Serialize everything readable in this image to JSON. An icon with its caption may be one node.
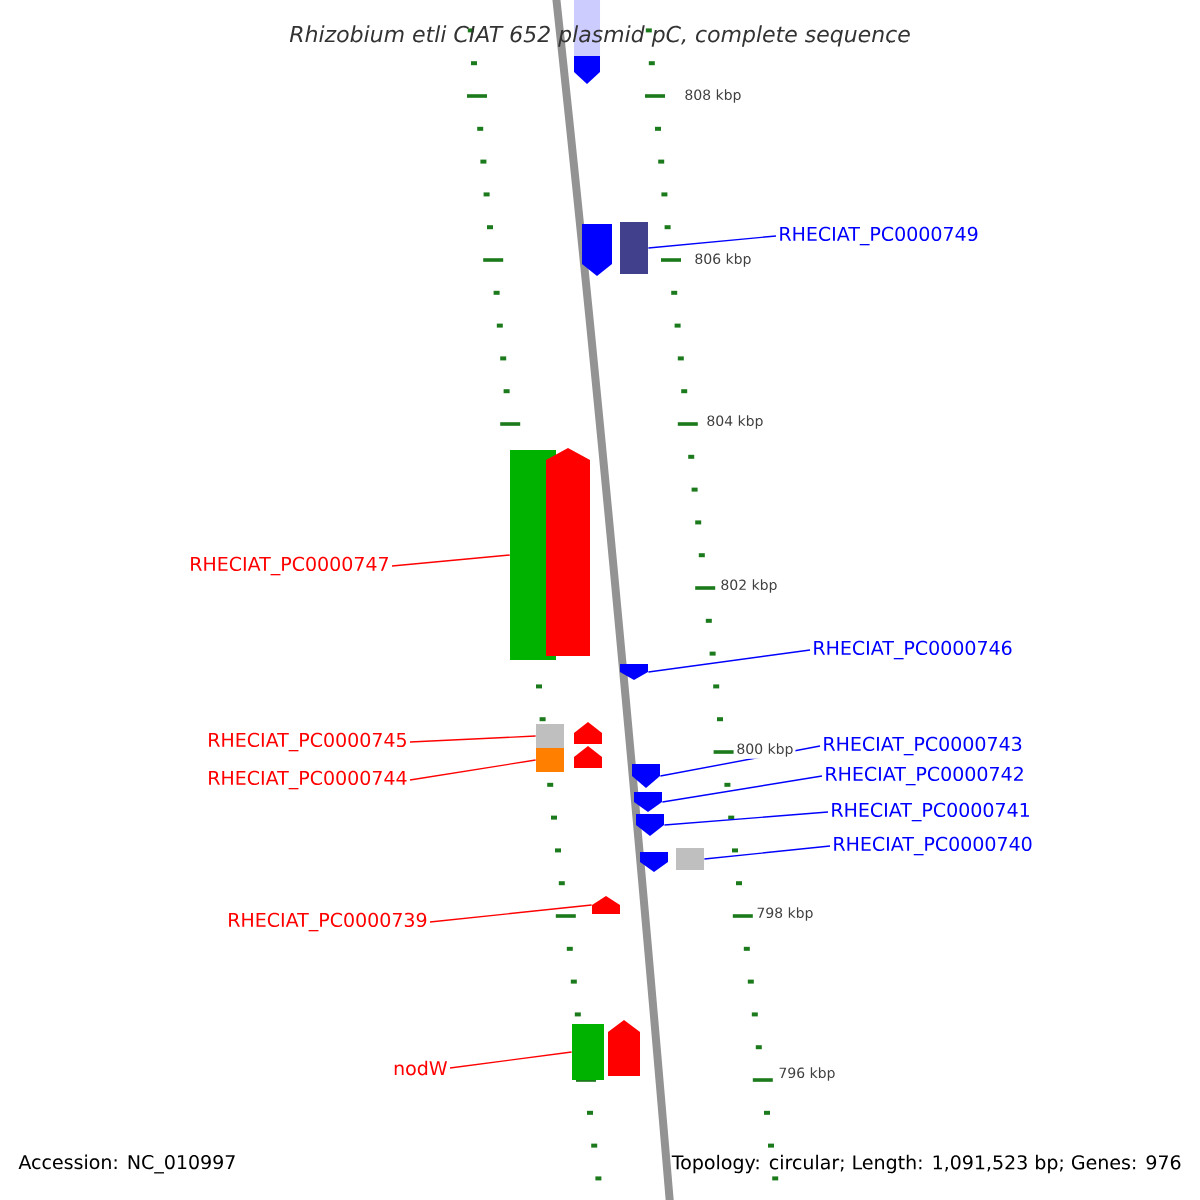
{
  "diagram": {
    "title": "Rhizobium etli CIAT 652 plasmid pC, complete sequence",
    "nodes": [
      {
        "text": [
          "RHECIAT_PC0000749"
        ]
      },
      {
        "text": [
          "RHECIAT_PC0000747"
        ]
      },
      {
        "text": [
          "RHECIAT_PC0000746"
        ]
      },
      {
        "text": [
          "RHECIAT_PC0000745"
        ]
      },
      {
        "text": [
          "RHECIAT_PC0000744"
        ]
      },
      {
        "text": [
          "RHECIAT_PC0000743"
        ]
      },
      {
        "text": [
          "RHECIAT_PC0000742"
        ]
      },
      {
        "text": [
          "RHECIAT_PC0000741"
        ]
      },
      {
        "text": [
          "RHECIAT_PC0000740"
        ]
      },
      {
        "text": [
          "RHECIAT_PC0000739"
        ]
      },
      {
        "text": [
          "nodW"
        ]
      },
      {
        "text": [],
        "shape": "pentagon"
      },
      {
        "text": [],
        "shape": "pentagon"
      },
      {
        "text": [],
        "shape": "bar"
      },
      {
        "text": [],
        "shape": "bar"
      },
      {
        "text": [],
        "shape": "pentagon"
      },
      {
        "text": [],
        "shape": "pentagon"
      },
      {
        "text": [],
        "shape": "bar"
      },
      {
        "text": [],
        "shape": "pentagon"
      },
      {
        "text": [],
        "shape": "bar"
      },
      {
        "text": [],
        "shape": "pentagon"
      },
      {
        "text": [],
        "shape": "pentagon"
      },
      {
        "text": [],
        "shape": "pentagon"
      },
      {
        "text": [],
        "shape": "pentagon"
      },
      {
        "text": [],
        "shape": "pentagon"
      },
      {
        "text": [],
        "shape": "bar"
      },
      {
        "text": [],
        "shape": "pentagon"
      },
      {
        "text": [],
        "shape": "bar"
      },
      {
        "text": [],
        "shape": "pentagon"
      }
    ],
    "edges": [
      {
        "from": 0,
        "to": 13,
        "arrow": "none"
      },
      {
        "from": 1,
        "to": 14,
        "arrow": "none",
        "color": "#ff0000"
      },
      {
        "from": 2,
        "to": 16,
        "arrow": "none"
      },
      {
        "from": 3,
        "to": 17,
        "arrow": "none",
        "color": "#ff0000"
      },
      {
        "from": 4,
        "to": 19,
        "arrow": "none",
        "color": "#ff0000"
      },
      {
        "from": 5,
        "to": 21,
        "arrow": "none"
      },
      {
        "from": 6,
        "to": 22,
        "arrow": "none"
      },
      {
        "from": 7,
        "to": 23,
        "arrow": "none"
      },
      {
        "from": 8,
        "to": 25,
        "arrow": "none"
      },
      {
        "from": 9,
        "to": 26,
        "arrow": "none",
        "color": "#ff0000"
      },
      {
        "from": 10,
        "to": 27,
        "arrow": "none",
        "color": "#ff0000"
      }
    ],
    "labels": [
      "808 kbp",
      "806 kbp",
      "804 kbp",
      "802 kbp",
      "800 kbp",
      "798 kbp",
      "796 kbp",
      "Accession: NC_010997",
      "Topology: circular; Length: 1,091,523 bp; Genes: 976"
    ]
  }
}
